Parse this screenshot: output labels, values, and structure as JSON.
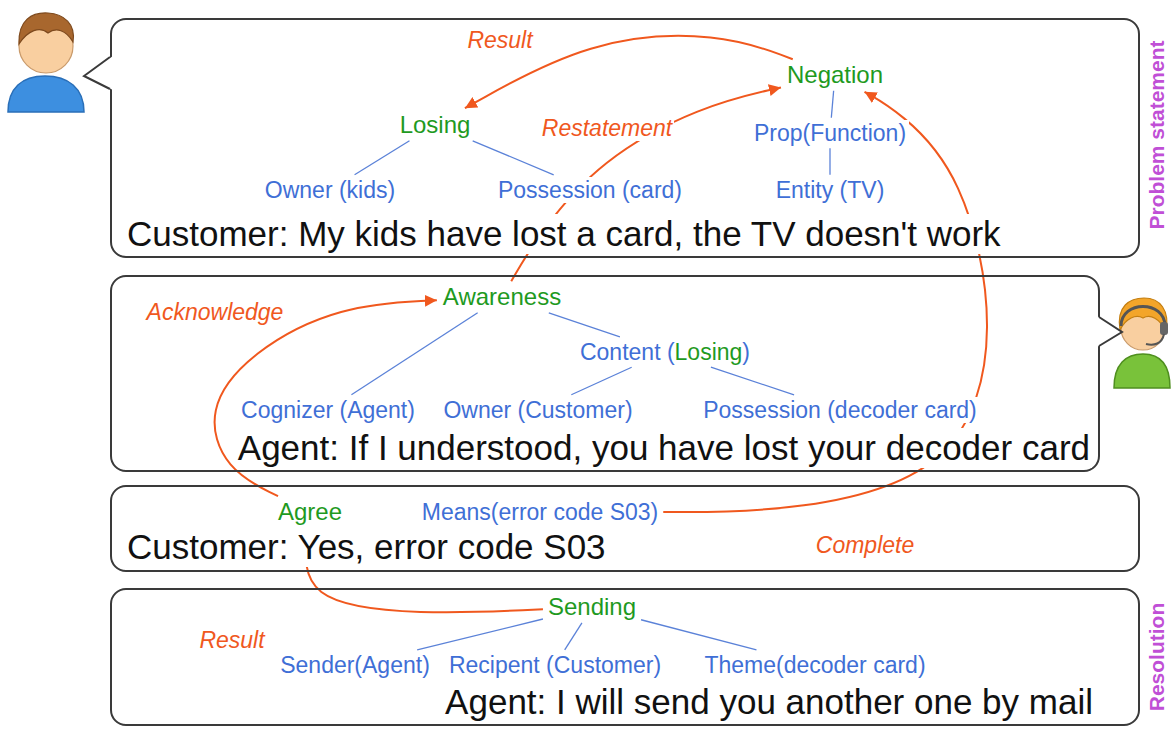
{
  "diagram": {
    "nodes": [
      {
        "text": [
          "Customer: My kids have lost a card, the TV doesn't work"
        ]
      },
      {
        "text": [
          "Negation"
        ],
        "in": 0
      },
      {
        "text": [
          "Losing"
        ],
        "in": 0
      },
      {
        "text": [
          "Prop(Function)"
        ],
        "in": 0
      },
      {
        "text": [
          "Owner (kids)"
        ],
        "in": 0
      },
      {
        "text": [
          "Possession (card)"
        ],
        "in": 0
      },
      {
        "text": [
          "Entity (TV)"
        ],
        "in": 0
      },
      {
        "text": [
          "Agent: If I understood, you have lost your decoder card"
        ]
      },
      {
        "text": [
          "Awareness"
        ],
        "in": 7
      },
      {
        "text": [
          "Content (Losing)"
        ],
        "in": 7
      },
      {
        "text": [
          "Cognizer (Agent)"
        ],
        "in": 7
      },
      {
        "text": [
          "Owner (Customer)"
        ],
        "in": 7
      },
      {
        "text": [
          "Possession (decoder card)"
        ],
        "in": 7
      },
      {
        "text": [
          "Customer: Yes, error code S03"
        ]
      },
      {
        "text": [
          "Agree"
        ],
        "in": 13
      },
      {
        "text": [
          "Means(error code S03)"
        ],
        "in": 13
      },
      {
        "text": [
          "Agent: I will send you another one by mail"
        ]
      },
      {
        "text": [
          "Sending"
        ],
        "in": 16
      },
      {
        "text": [
          "Sender(Agent)"
        ],
        "in": 16
      },
      {
        "text": [
          "Recipent (Customer)"
        ],
        "in": 16
      },
      {
        "text": [
          "Theme(decoder card)"
        ],
        "in": 16
      }
    ],
    "edges": [
      {
        "from": 1,
        "to": 2,
        "label": "Result",
        "arrow": "to"
      },
      {
        "from": 8,
        "to": 1,
        "label": "Restatement",
        "arrow": "to"
      },
      {
        "from": 14,
        "to": 8,
        "label": "Acknowledge",
        "arrow": "to"
      },
      {
        "from": 15,
        "to": 1,
        "label": "Complete",
        "arrow": "to"
      },
      {
        "from": 17,
        "to": 14,
        "label": "Result",
        "arrow": "to"
      },
      {
        "from": 1,
        "to": 3,
        "arrow": "none"
      },
      {
        "from": 3,
        "to": 6,
        "arrow": "none"
      },
      {
        "from": 2,
        "to": 4,
        "arrow": "none"
      },
      {
        "from": 2,
        "to": 5,
        "arrow": "none"
      },
      {
        "from": 8,
        "to": 10,
        "arrow": "none"
      },
      {
        "from": 8,
        "to": 9,
        "arrow": "none"
      },
      {
        "from": 9,
        "to": 11,
        "arrow": "none"
      },
      {
        "from": 9,
        "to": 12,
        "arrow": "none"
      },
      {
        "from": 17,
        "to": 18,
        "arrow": "none"
      },
      {
        "from": 17,
        "to": 19,
        "arrow": "none"
      },
      {
        "from": 17,
        "to": 20,
        "arrow": "none"
      }
    ],
    "labels": [
      "Problem statement",
      "Resolution"
    ]
  }
}
